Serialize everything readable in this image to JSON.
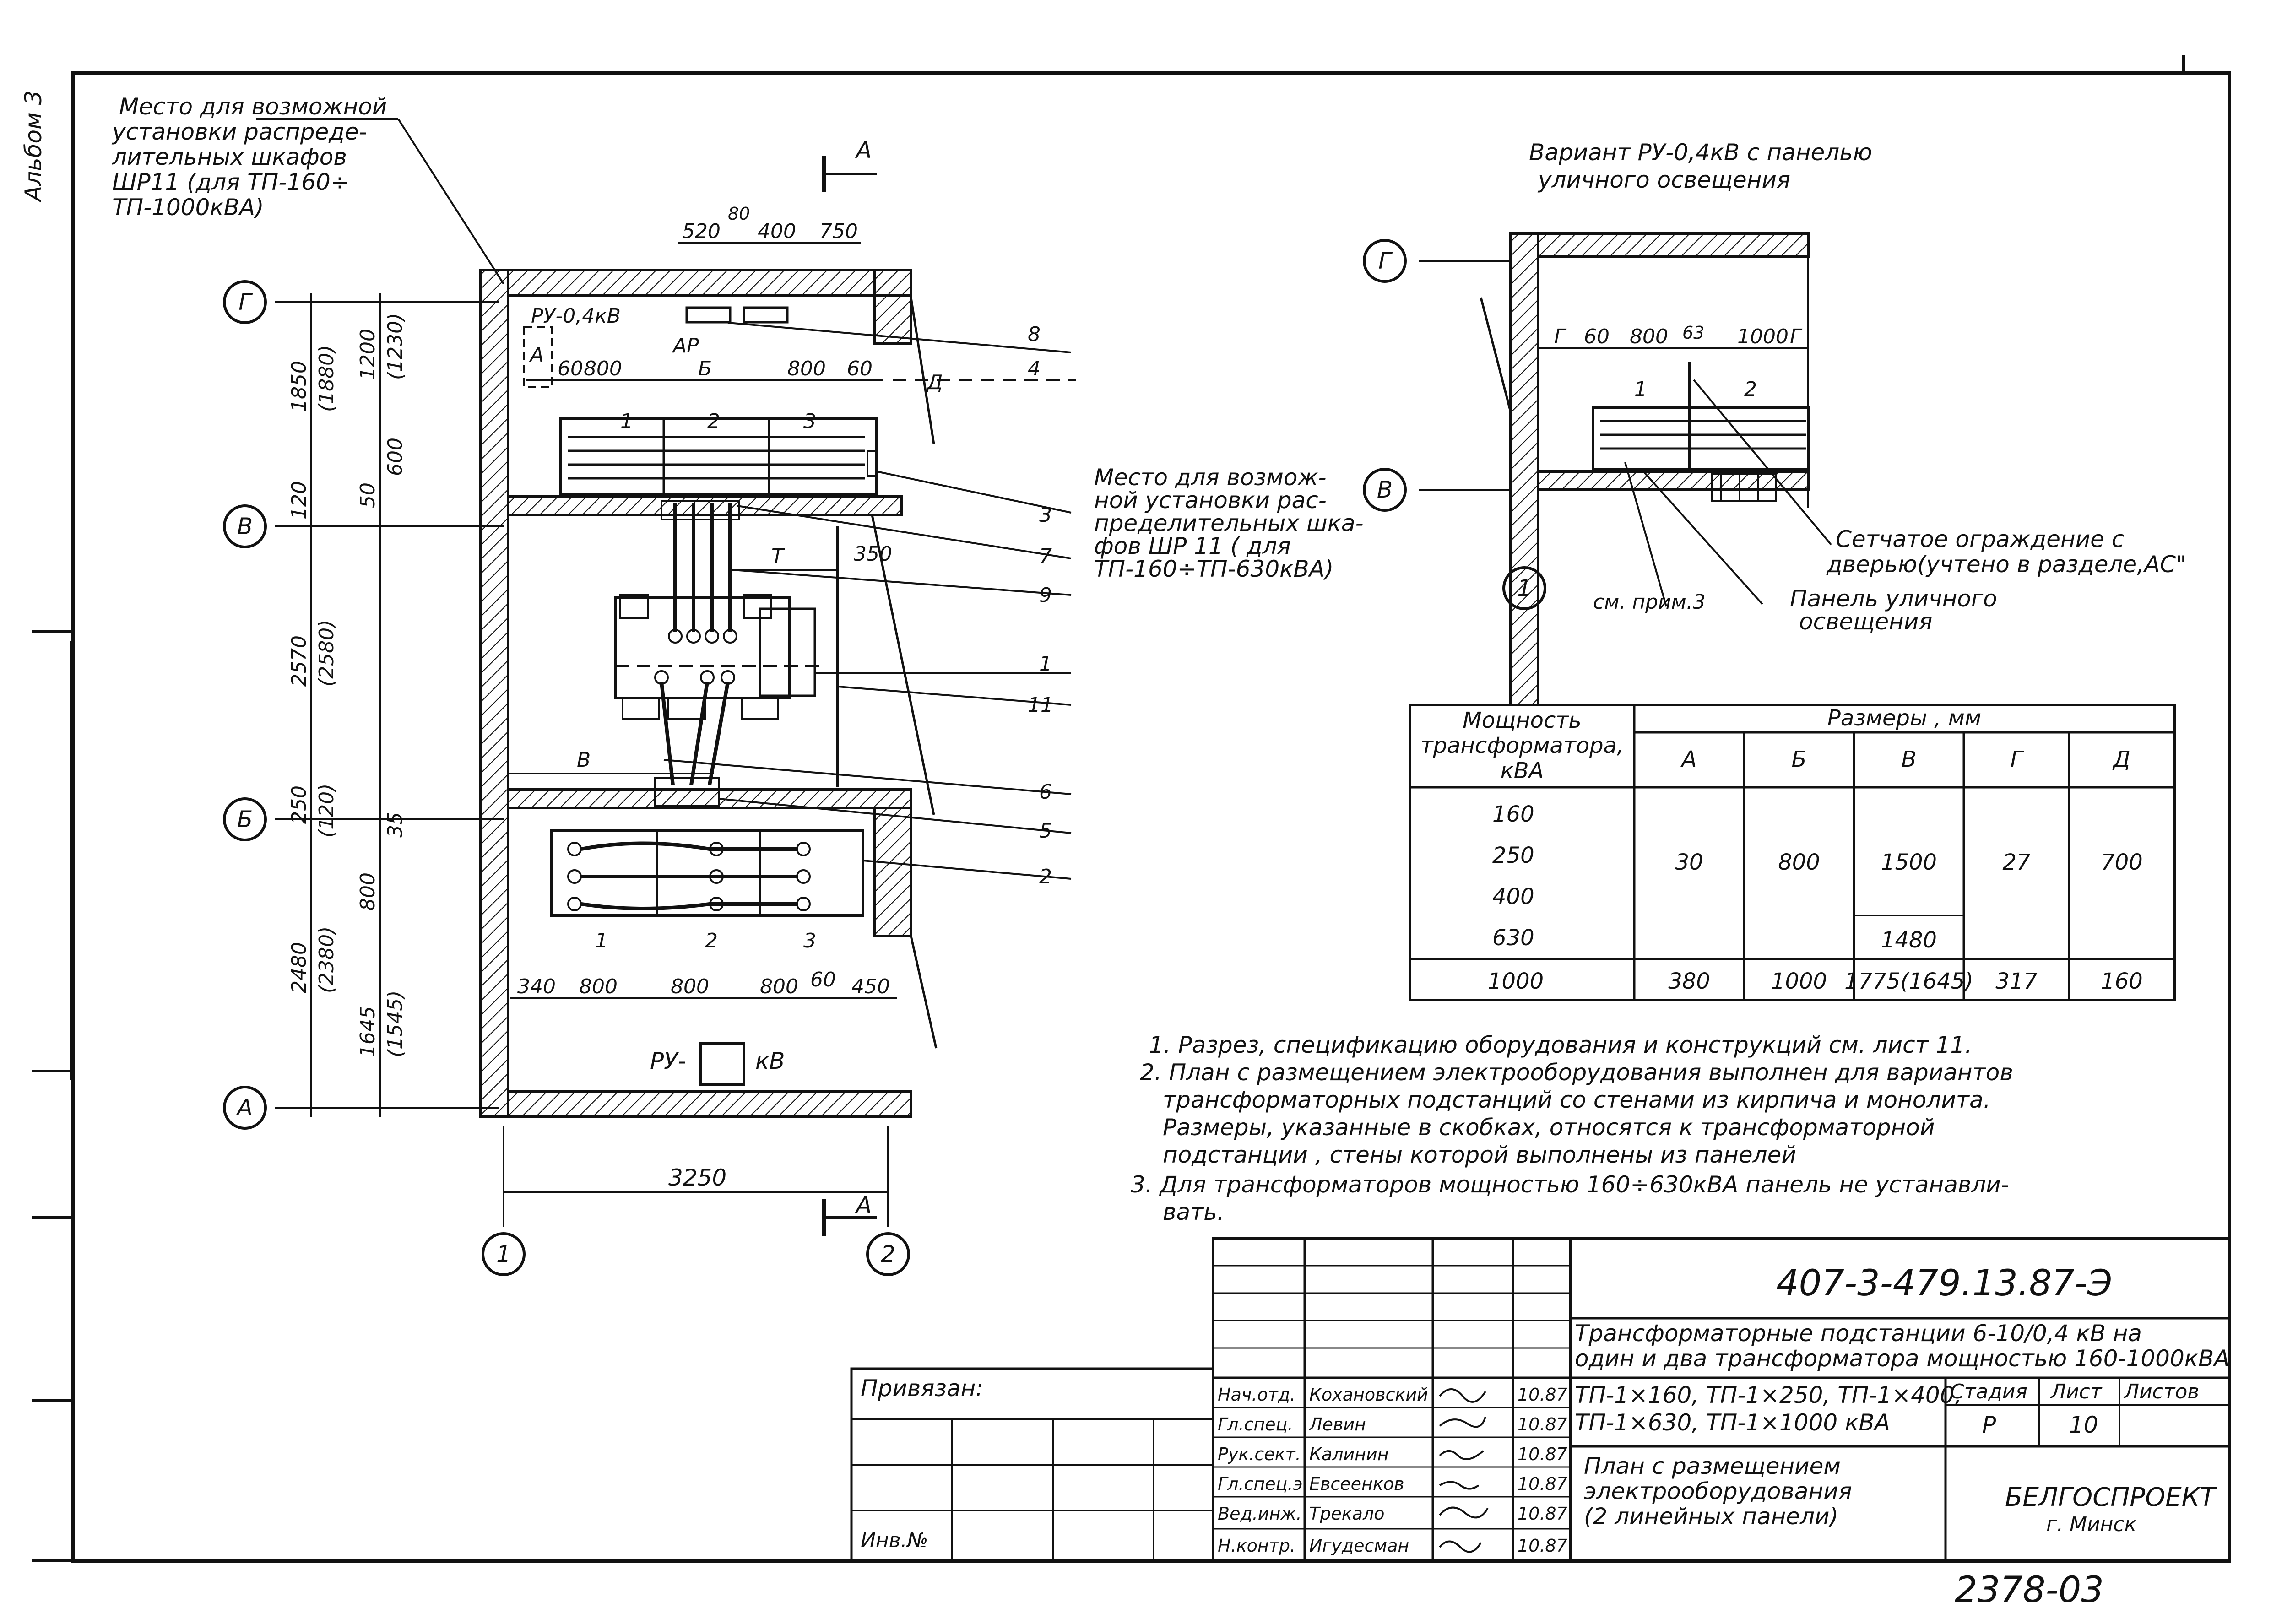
{
  "album_tag": "Альбом 3",
  "top_note": [
    "Место для возможной",
    "установки распреде-",
    "лительных шкафов",
    "ШР11 (для ТП-160÷",
    "ТП-1000кВА)"
  ],
  "section_mark": "А",
  "axes": {
    "g": "Г",
    "v": "В",
    "b": "Б",
    "a": "А",
    "one": "1",
    "two": "2"
  },
  "top_dims": [
    "520",
    "80",
    "400",
    "750"
  ],
  "vertical_dims": {
    "outer": [
      "1850",
      "(1880)",
      "120",
      "2570",
      "(2580)",
      "250",
      "(120)",
      "2480",
      "(2380)"
    ],
    "inner": [
      "1200",
      "(1230)",
      "50",
      "600",
      "35",
      "800",
      "1645",
      "(1545)"
    ]
  },
  "bottom_dim": "3250",
  "ru_top": "РУ-0,4кВ",
  "ar": "АР",
  "box_a": "А",
  "row_dims_top": [
    "60",
    "800",
    "Б",
    "800",
    "60",
    "Д"
  ],
  "row_dims_bottom": [
    "340",
    "800",
    "800",
    "800",
    "60",
    "450"
  ],
  "panel_nums": [
    "1",
    "2",
    "3"
  ],
  "letter_t": "Т",
  "dim_350": "350",
  "letter_v": "В",
  "ru_label": [
    "РУ-",
    "кВ"
  ],
  "callouts": [
    "8",
    "4",
    "3",
    "7",
    "9",
    "1",
    "11",
    "6",
    "5",
    "2"
  ],
  "mid_note": [
    "Место для возмож-",
    "ной установки рас-",
    "пределительных шка-",
    "фов ШР 11 ( для",
    "ТП-160÷ТП-630кВА)"
  ],
  "variant_title": [
    "Вариант РУ-0,4кВ с панелью",
    "уличного освещения"
  ],
  "variant_dims": [
    "Г",
    "60",
    "800",
    "63",
    "1000",
    "Г"
  ],
  "variant_panels": [
    "1",
    "2"
  ],
  "variant_notes": [
    "Сетчатое ограждение с",
    "дверью(учтено в разделе,АС\"",
    "Панель уличного",
    "освещения",
    "см. прим.3"
  ],
  "table": {
    "h1": [
      "Мощность",
      "трансформатора,",
      "кВА"
    ],
    "h2": "Размеры , мм",
    "cols": [
      "А",
      "Б",
      "В",
      "Г",
      "Д"
    ],
    "powers": [
      "160",
      "250",
      "400",
      "630",
      "1000"
    ],
    "merged": [
      "30",
      "800",
      "1500",
      "1480",
      "27",
      "700"
    ],
    "last": [
      "380",
      "1000",
      "1775(1645)",
      "317",
      "160"
    ]
  },
  "notes": [
    "1. Разрез, спецификацию оборудования и конструкций см. лист 11.",
    "2. План с размещением электрооборудования выполнен для вариантов",
    "трансформаторных подстанций со стенами из кирпича и монолита.",
    "Размеры, указанные в скобках, относятся к трансформаторной",
    "подстанции , стены которой выполнены из панелей",
    "3. Для трансформаторов мощностью 160÷630кВА панель не устанавли-",
    "вать."
  ],
  "title_block": {
    "code": "407-3-479.13.87-Э",
    "desc": [
      "Трансформаторные подстанции 6-10/0,4 кВ на",
      "один и два трансформатора мощностью 160-1000кВА"
    ],
    "types": [
      "ТП-1×160, ТП-1×250, ТП-1×400,",
      "ТП-1×630, ТП-1×1000 кВА"
    ],
    "stage_head": [
      "Стадия",
      "Лист",
      "Листов"
    ],
    "stage_vals": [
      "Р",
      "10",
      ""
    ],
    "sheet_name": [
      "План с размещением",
      "электрооборудования",
      "(2 линейных панели)"
    ],
    "org": [
      "БЕЛГОСПРОЕКТ",
      "г. Минск"
    ],
    "bound": "Привязан:",
    "inv": "Инв.№",
    "people": [
      {
        "role": "Нач.отд.",
        "name": "Кохановский",
        "date": "10.87"
      },
      {
        "role": "Гл.спец.",
        "name": "Левин",
        "date": "10.87"
      },
      {
        "role": "Рук.сект.",
        "name": "Калинин",
        "date": "10.87"
      },
      {
        "role": "Гл.спец.э",
        "name": "Евсеенков",
        "date": "10.87"
      },
      {
        "role": "Вед.инж.",
        "name": "Трекало",
        "date": "10.87"
      },
      {
        "role": "Н.контр.",
        "name": "Игудесман",
        "date": "10.87"
      }
    ]
  },
  "sheet_number": "2378-03"
}
